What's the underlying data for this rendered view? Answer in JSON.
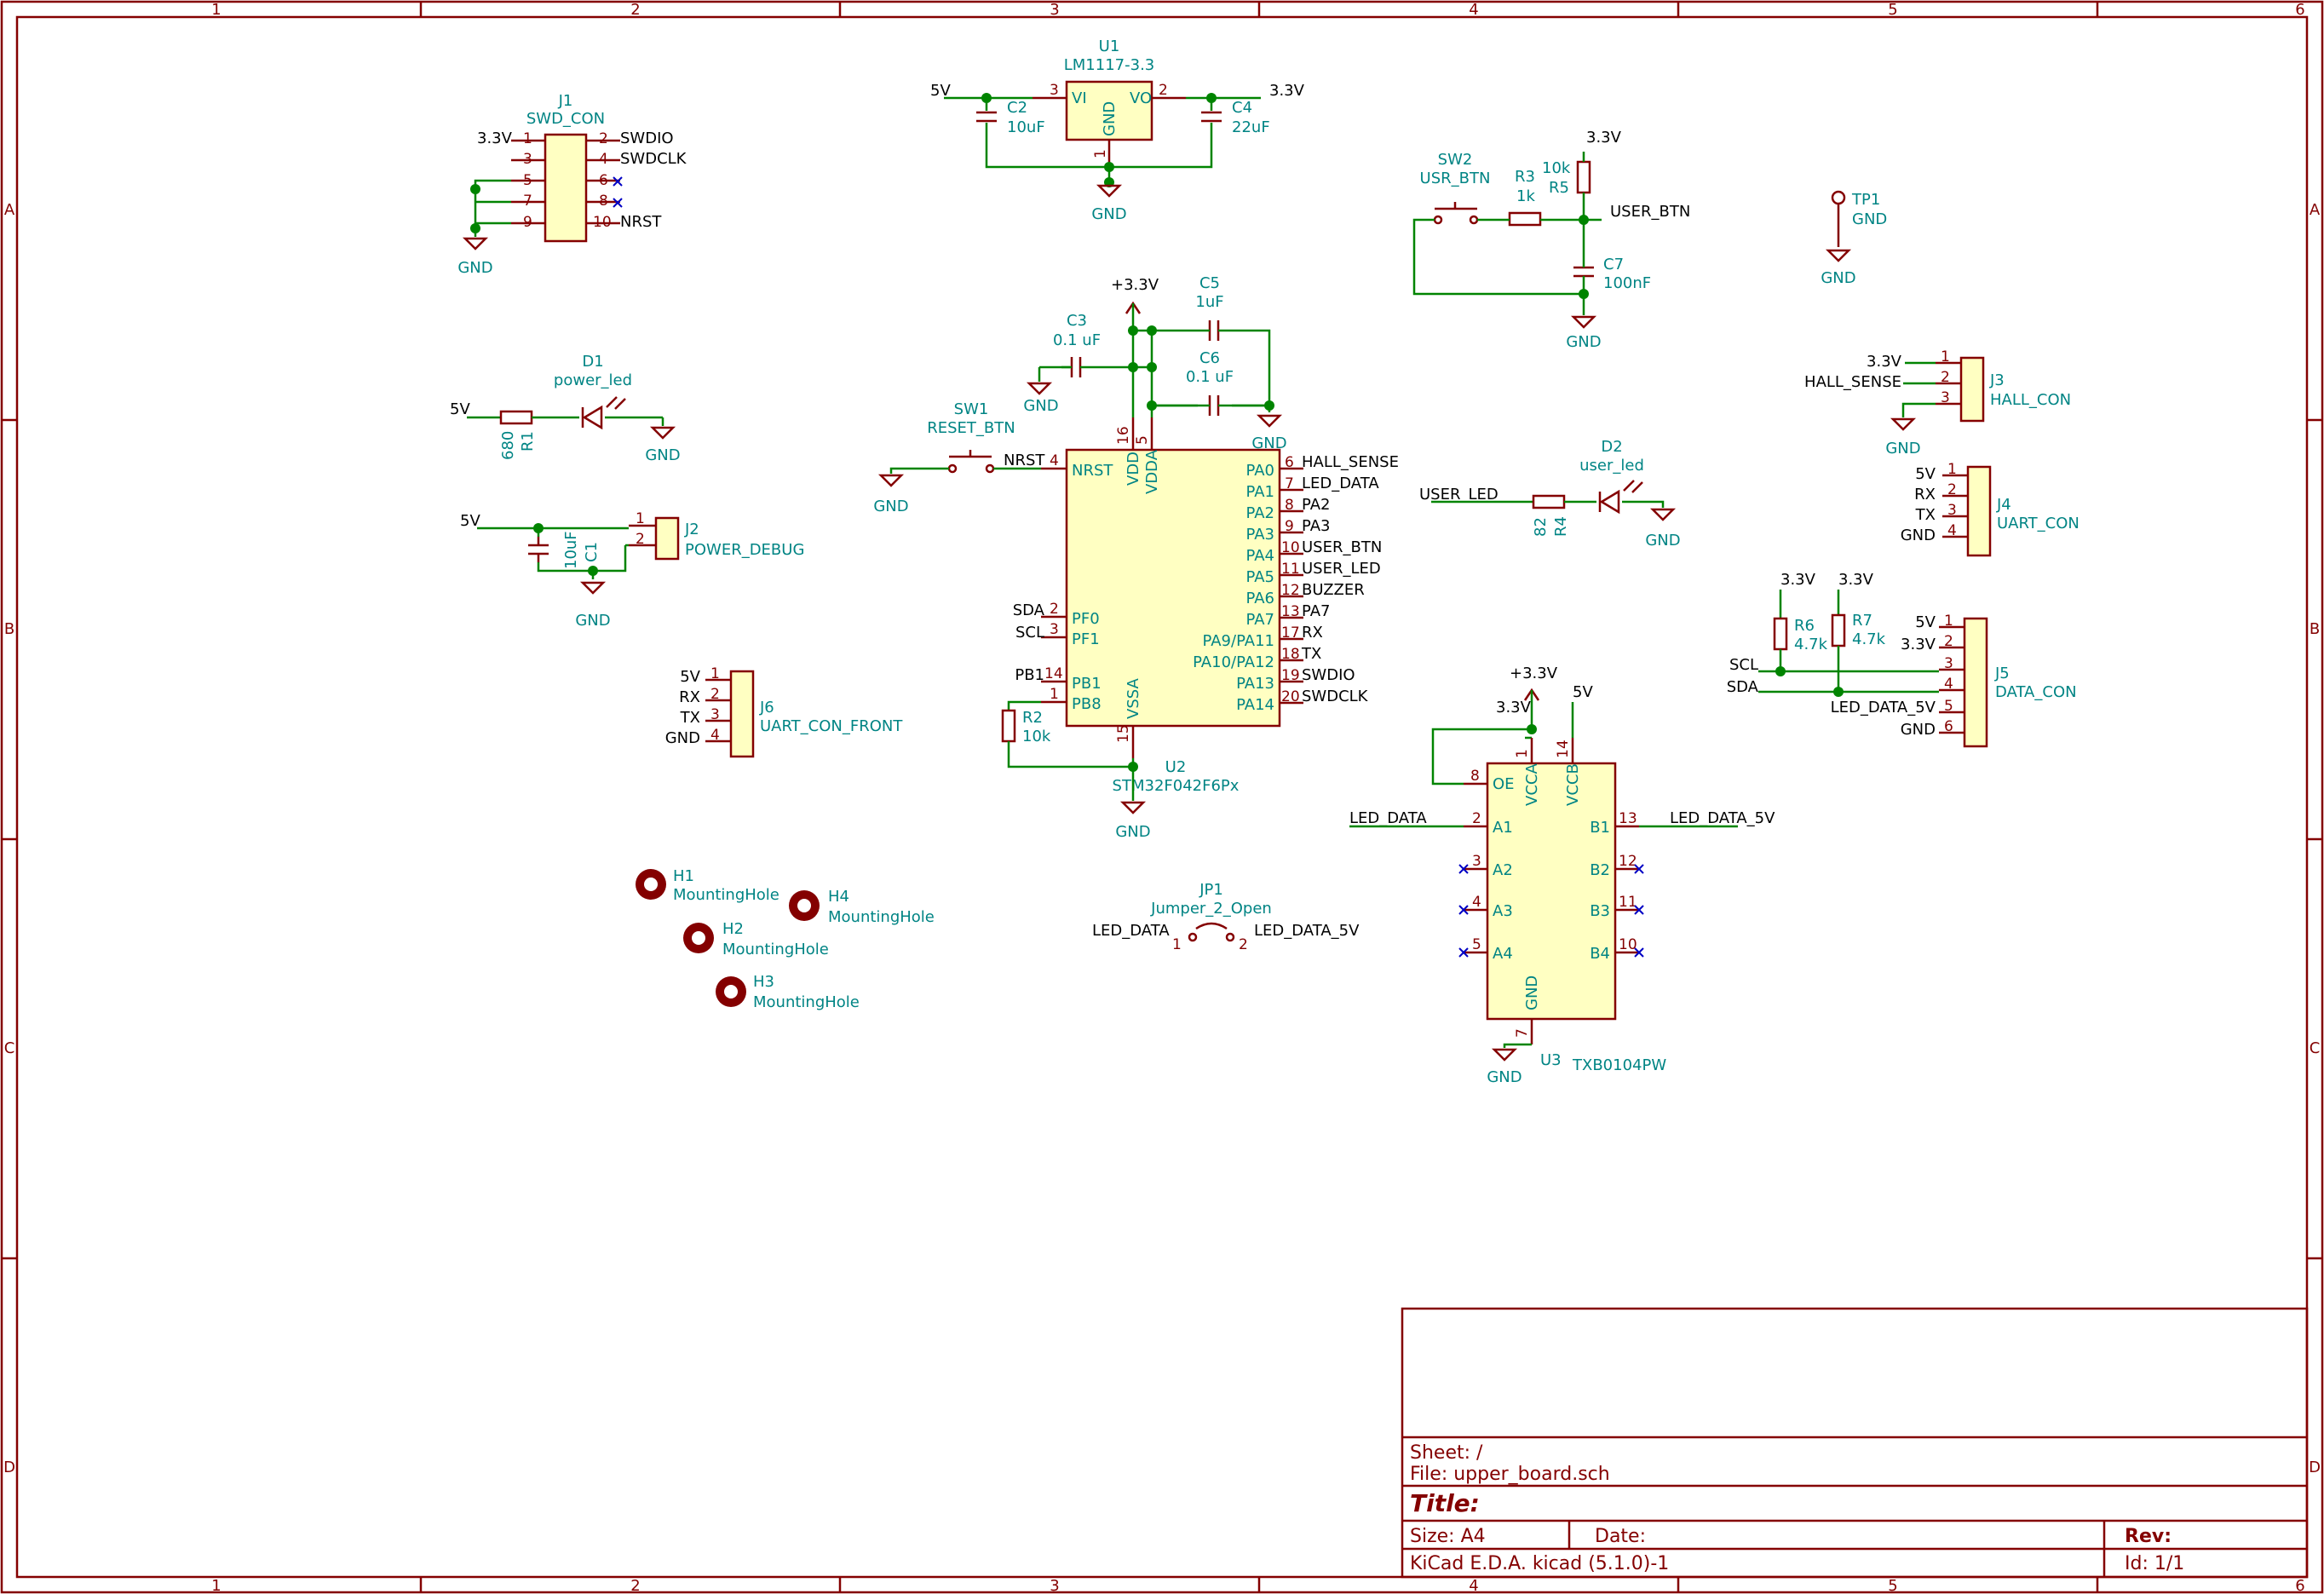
{
  "frame": {
    "columns": [
      "1",
      "2",
      "3",
      "4",
      "5",
      "6"
    ],
    "rows": [
      "A",
      "B",
      "C",
      "D"
    ]
  },
  "title_block": {
    "sheet": "Sheet: /",
    "file": "File: upper_board.sch",
    "title": "Title:",
    "size": "Size: A4",
    "date": "Date:",
    "rev": "Rev:",
    "tool": "KiCad E.D.A.  kicad (5.1.0)-1",
    "id": "Id: 1/1"
  },
  "components": {
    "J1": {
      "ref": "J1",
      "value": "SWD_CON",
      "pins": [
        "1",
        "2",
        "3",
        "4",
        "5",
        "6",
        "7",
        "8",
        "9",
        "10"
      ],
      "nets": {
        "p1": "3.3V",
        "p2": "SWDIO",
        "p4": "SWDCLK",
        "p10": "NRST"
      },
      "gnd": "GND"
    },
    "U1": {
      "ref": "U1",
      "value": "LM1117-3.3",
      "pin_vi": "VI",
      "pin_vo": "VO",
      "pin_gnd": "GND",
      "n3": "3",
      "n2": "2",
      "n1": "1",
      "net_in": "5V",
      "net_out": "3.3V",
      "gnd": "GND"
    },
    "C2": {
      "ref": "C2",
      "value": "10uF"
    },
    "C4": {
      "ref": "C4",
      "value": "22uF"
    },
    "SW2": {
      "ref": "SW2",
      "value": "USR_BTN"
    },
    "R3": {
      "ref": "R3",
      "value": "1k"
    },
    "R5": {
      "ref": "R5",
      "value": "10k",
      "net": "3.3V"
    },
    "C7": {
      "ref": "C7",
      "value": "100nF",
      "net": "USER_BTN",
      "gnd": "GND"
    },
    "TP1": {
      "ref": "TP1",
      "value": "GND",
      "gnd": "GND"
    },
    "D1": {
      "ref": "D1",
      "value": "power_led",
      "net": "5V",
      "gnd": "GND"
    },
    "R1": {
      "ref": "R1",
      "value": "680"
    },
    "J2": {
      "ref": "J2",
      "value": "POWER_DEBUG",
      "net": "5V",
      "p1": "1",
      "p2": "2",
      "gnd": "GND"
    },
    "C1": {
      "ref": "C1",
      "value": "10uF"
    },
    "J6": {
      "ref": "J6",
      "value": "UART_CON_FRONT",
      "nets": [
        "5V",
        "RX",
        "TX",
        "GND"
      ],
      "pins": [
        "1",
        "2",
        "3",
        "4"
      ]
    },
    "C3": {
      "ref": "C3",
      "value": "0.1 uF",
      "gnd": "GND"
    },
    "C5": {
      "ref": "C5",
      "value": "1uF"
    },
    "C6": {
      "ref": "C6",
      "value": "0.1 uF",
      "gnd": "GND"
    },
    "SW1": {
      "ref": "SW1",
      "value": "RESET_BTN",
      "net": "NRST",
      "gnd": "GND"
    },
    "U2": {
      "ref": "U2",
      "value": "STM32F042F6Px",
      "pwr": "+3.3V",
      "gnd": "GND",
      "left_pins": [
        {
          "num": "4",
          "name": "NRST",
          "net": ""
        },
        {
          "num": "2",
          "name": "PF0",
          "net": "SDA"
        },
        {
          "num": "3",
          "name": "PF1",
          "net": "SCL"
        },
        {
          "num": "14",
          "name": "PB1",
          "net": "PB1"
        },
        {
          "num": "1",
          "name": "PB8",
          "net": ""
        }
      ],
      "right_pins": [
        {
          "num": "6",
          "name": "PA0",
          "net": "HALL_SENSE"
        },
        {
          "num": "7",
          "name": "PA1",
          "net": "LED_DATA"
        },
        {
          "num": "8",
          "name": "PA2",
          "net": "PA2"
        },
        {
          "num": "9",
          "name": "PA3",
          "net": "PA3"
        },
        {
          "num": "10",
          "name": "PA4",
          "net": "USER_BTN"
        },
        {
          "num": "11",
          "name": "PA5",
          "net": "USER_LED"
        },
        {
          "num": "12",
          "name": "PA6",
          "net": "BUZZER"
        },
        {
          "num": "13",
          "name": "PA7",
          "net": "PA7"
        },
        {
          "num": "17",
          "name": "PA9/PA11",
          "net": "RX"
        },
        {
          "num": "18",
          "name": "PA10/PA12",
          "net": "TX"
        },
        {
          "num": "19",
          "name": "PA13",
          "net": "SWDIO"
        },
        {
          "num": "20",
          "name": "PA14",
          "net": "SWDCLK"
        }
      ],
      "top_pins": [
        {
          "num": "16",
          "name": "VDD"
        },
        {
          "num": "5",
          "name": "VDDA"
        }
      ],
      "bottom_pin": {
        "num": "15",
        "name": "VSSA"
      }
    },
    "R2": {
      "ref": "R2",
      "value": "10k"
    },
    "D2": {
      "ref": "D2",
      "value": "user_led",
      "net": "USER_LED",
      "gnd": "GND"
    },
    "R4": {
      "ref": "R4",
      "value": "82"
    },
    "J3": {
      "ref": "J3",
      "value": "HALL_CON",
      "nets": [
        "3.3V",
        "HALL_SENSE",
        ""
      ],
      "pins": [
        "1",
        "2",
        "3"
      ],
      "gnd": "GND"
    },
    "J4": {
      "ref": "J4",
      "value": "UART_CON",
      "nets": [
        "5V",
        "RX",
        "TX",
        "GND"
      ],
      "pins": [
        "1",
        "2",
        "3",
        "4"
      ]
    },
    "R6": {
      "ref": "R6",
      "value": "4.7k",
      "net": "3.3V"
    },
    "R7": {
      "ref": "R7",
      "value": "4.7k",
      "net": "3.3V"
    },
    "J5": {
      "ref": "J5",
      "value": "DATA_CON",
      "nets": [
        "5V",
        "3.3V",
        "SCL",
        "SDA",
        "LED_DATA_5V",
        "GND"
      ],
      "pins": [
        "1",
        "2",
        "3",
        "4",
        "5",
        "6"
      ]
    },
    "U3": {
      "ref": "U3",
      "value": "TXB0104PW",
      "pwr_a": "+3.3V",
      "net_a": "3.3V",
      "net_b": "5V",
      "gnd": "GND",
      "oe": "OE",
      "vcca": "VCCA",
      "vccb": "VCCB",
      "gnd_pin": "GND",
      "pin_oe": "8",
      "pin_vcca": "1",
      "pin_vccb": "14",
      "pin_gnd": "7",
      "left": [
        {
          "num": "2",
          "name": "A1",
          "net": "LED_DATA"
        },
        {
          "num": "3",
          "name": "A2",
          "net": ""
        },
        {
          "num": "4",
          "name": "A3",
          "net": ""
        },
        {
          "num": "5",
          "name": "A4",
          "net": ""
        }
      ],
      "right": [
        {
          "num": "13",
          "name": "B1",
          "net": "LED_DATA_5V"
        },
        {
          "num": "12",
          "name": "B2",
          "net": ""
        },
        {
          "num": "11",
          "name": "B3",
          "net": ""
        },
        {
          "num": "10",
          "name": "B4",
          "net": ""
        }
      ]
    },
    "JP1": {
      "ref": "JP1",
      "value": "Jumper_2_Open",
      "net_l": "LED_DATA",
      "net_r": "LED_DATA_5V",
      "p1": "1",
      "p2": "2"
    },
    "H1": {
      "ref": "H1",
      "value": "MountingHole"
    },
    "H2": {
      "ref": "H2",
      "value": "MountingHole"
    },
    "H3": {
      "ref": "H3",
      "value": "MountingHole"
    },
    "H4": {
      "ref": "H4",
      "value": "MountingHole"
    }
  },
  "colors": {
    "frame": "#840000",
    "wire": "#008400",
    "body": "#ffffc2",
    "ref": "#008484",
    "noconnect": "#0000c4"
  }
}
